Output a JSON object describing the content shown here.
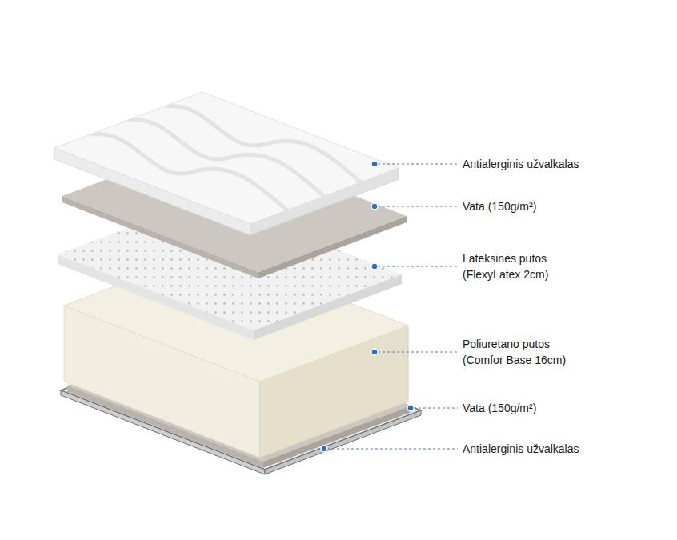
{
  "diagram": {
    "labels": [
      "Antialerginis užvalkalas",
      "Vata (150g/m²)",
      "Lateksinės putos (FlexyLatex 2cm)",
      "Poliuretano putos (Comfor Base 16cm)",
      "Vata (150g/m²)",
      "Antialerginis užvalkalas"
    ]
  }
}
